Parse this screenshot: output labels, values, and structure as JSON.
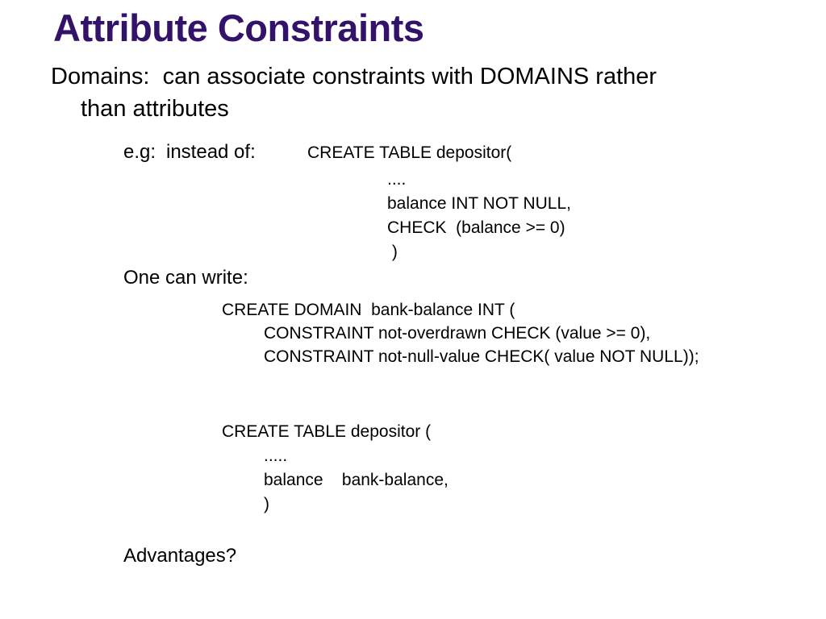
{
  "slide": {
    "title": "Attribute Constraints",
    "intro": {
      "line1": "Domains:  can associate constraints with DOMAINS rather",
      "line2": "than attributes"
    },
    "example": {
      "label_eg": "e.g:",
      "label_instead_of": "instead of:",
      "code_table_old": {
        "line1": "CREATE TABLE depositor(",
        "line2": "....",
        "line3": "balance INT NOT NULL,",
        "line4": "CHECK  (balance >= 0)",
        "line5": " )"
      },
      "label_one_can_write": "One can write:",
      "code_domain": {
        "line1": "CREATE DOMAIN  bank-balance INT (",
        "line2": "CONSTRAINT not-overdrawn CHECK (value >= 0),",
        "line3": "CONSTRAINT not-null-value CHECK( value NOT NULL));"
      },
      "code_table_new": {
        "line1": "CREATE TABLE depositor (",
        "line2": ".....",
        "line3": "balance    bank-balance,",
        "line4": ")"
      },
      "label_advantages": "Advantages?"
    },
    "colors": {
      "title": "#331369",
      "text": "#000000",
      "background": "#FFFFFF"
    }
  }
}
